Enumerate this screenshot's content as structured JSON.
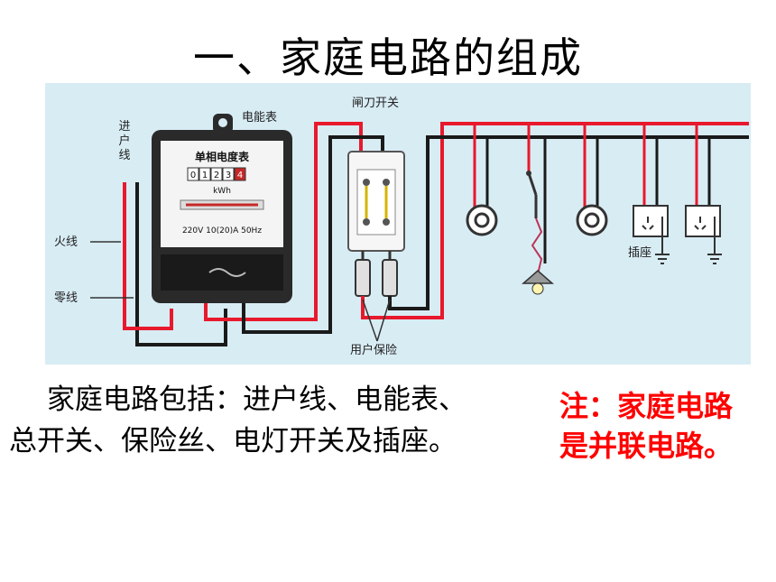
{
  "title": "一、家庭电路的组成",
  "diagram": {
    "labels": {
      "meter": "电能表",
      "knife_switch": "闸刀开关",
      "service_line": "进户线",
      "live_wire": "火线",
      "neutral_wire": "零线",
      "user_fuse": "用户保险",
      "socket": "插座"
    },
    "meter_face": {
      "name": "单相电度表",
      "digits": [
        "0",
        "1",
        "2",
        "3",
        "4"
      ],
      "unit": "kWh",
      "rating": "220V 10(20)A 50Hz"
    },
    "colors": {
      "live": "#e8192c",
      "neutral": "#1a1a1a",
      "background": "#d8ecf4"
    }
  },
  "body": {
    "line1": "家庭电路包括：进户线、电能表、",
    "line2": "总开关、保险丝、电灯开关及插座。"
  },
  "note": "注：家庭电路是并联电路。"
}
